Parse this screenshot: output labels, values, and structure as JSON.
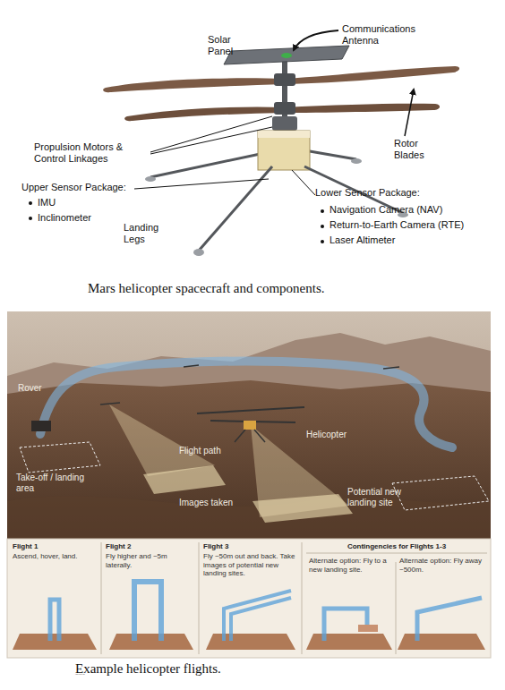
{
  "diagram": {
    "caption": "Example helicopter flights.",
    "labels": [
      "Solar Panel",
      "Communications Antenna",
      "Rotor Blades",
      "Propulsion Motors & Control Linkages",
      "Upper Sensor Package:",
      "IMU",
      "Inclinometer",
      "Landing Legs",
      "Lower Sensor Package:",
      "Navigation Camera (NAV)",
      "Return-to-Earth Camera (RTE)",
      "Laser Altimeter",
      "Mars helicopter spacecraft and components.",
      "Rover",
      "Take-off / landing area",
      "Flight path",
      "Helicopter",
      "Images taken",
      "Potential new landing site",
      "Flight 1",
      "Ascend, hover, land.",
      "Flight 2",
      "Fly higher and ~5m laterally.",
      "Flight 3",
      "Fly ~50m out and back. Take images of potential new landing sites.",
      "Contingencies for Flights 1-3",
      "Alternate option: Fly to a new landing site.",
      "Alternate option: Fly away ~500m.",
      "Example helicopter flights."
    ]
  }
}
